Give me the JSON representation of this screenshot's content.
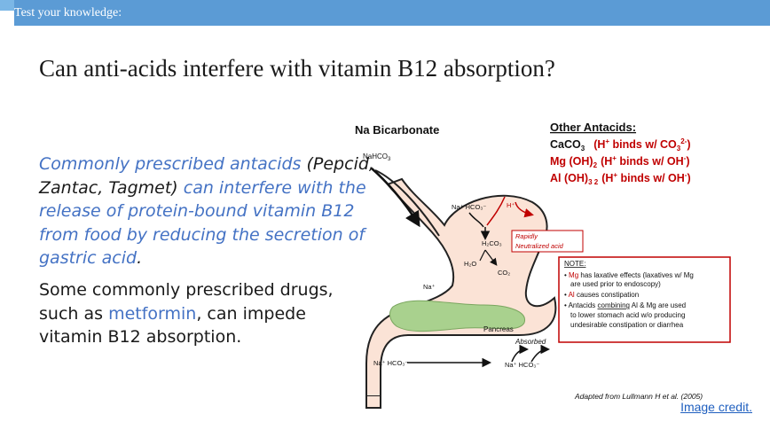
{
  "header": {
    "label": "Test your knowledge:"
  },
  "slide": {
    "title": "Can anti-acids interfere with vitamin B12 absorption?",
    "para1": {
      "part1": "Commonly prescribed antacids ",
      "part2": "(Pepcid, Zantac, Tagmet)",
      "part3": " can interfere with the release of protein-bound vitamin B12 from food by reducing the secretion of gastric acid",
      "part4": "."
    },
    "para2": {
      "part1": "Some commonly prescribed drugs, such as ",
      "link": "metformin",
      "part2": ", can impede vitamin B12 absorption."
    }
  },
  "figure": {
    "heading": "Na Bicarbonate",
    "nahco3": "NaHCO",
    "other_heading": "Other Antacids:",
    "other1a": "CaCO",
    "other1b": "(H",
    "other1c": " binds w/ CO",
    "other2a": "Mg (OH)",
    "other2b": "(H",
    "other2c": " binds w/ OH",
    "other3a": "Al (OH)",
    "other3b": "(H",
    "other3c": " binds w/ OH",
    "stomach_nahco3": "Na⁺ HCO₃⁻",
    "h_plus": "H⁺",
    "h2co3": "H₂CO₃",
    "h2o": "H₂O",
    "co2": "CO₂",
    "rapidly": "Rapidly",
    "neutralized": "Neutralized acid",
    "na_plus": "Na⁺",
    "pancreas": "Pancreas",
    "absorbed": "Absorbed",
    "bottom_left": "Na⁺ HCO₃⁻",
    "bottom_right": "Na⁺ HCO₃⁻",
    "note_title": "NOTE:",
    "note1a": "Mg",
    "note1b": " has laxative effects (laxatives w/ Mg",
    "note1c": "are used prior to endoscopy)",
    "note2a": "Al",
    "note2b": " causes constipation",
    "note3a": "Antacids ",
    "note3b": "combining",
    "note3c": " Al & Mg are used",
    "note3d": "to lower stomach acid w/o producing",
    "note3e": "undesirable constipation or diarrhea",
    "adapted": "Adapted from Lullmann H et al. (2005)"
  },
  "footer": {
    "credit": "Image credit."
  },
  "colors": {
    "accent": "#4472c4",
    "header": "#5b9bd5",
    "red": "#c00000",
    "stomach": "#fbe3d6",
    "pancreas": "#a9d18e"
  }
}
